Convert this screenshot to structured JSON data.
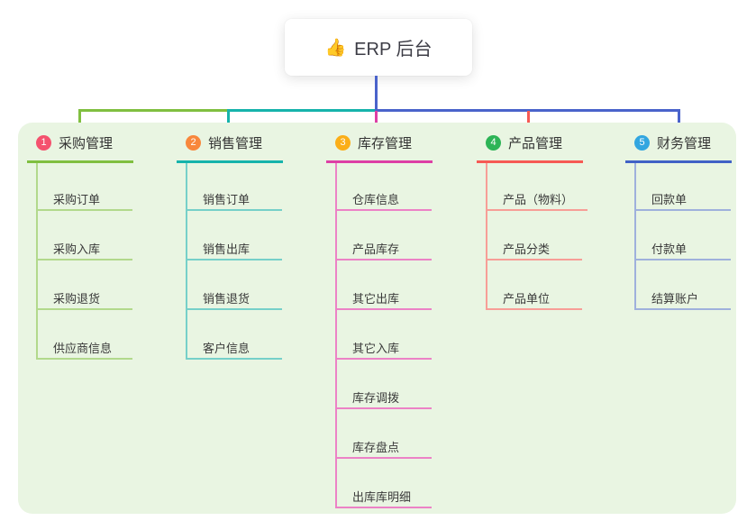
{
  "root": {
    "icon": "👍",
    "label": "ERP 后台"
  },
  "colors": {
    "page_background": "#ffffff",
    "panel_background": "#e9f5e2",
    "root_connector": "#4a63cb",
    "branch_1_line": "#80bf40",
    "branch_1_light": "#b2d98c",
    "branch_1_badge": "#f4526e",
    "branch_2_line": "#16b3ab",
    "branch_2_light": "#76d0c9",
    "branch_2_badge": "#f8873c",
    "branch_3_line": "#dd3fa5",
    "branch_3_light": "#ec82c6",
    "branch_3_badge": "#fbae17",
    "branch_4_line": "#f65a54",
    "branch_4_light": "#f79e97",
    "branch_4_badge": "#2db456",
    "branch_5_line": "#4061c6",
    "branch_5_light": "#9fb1dc",
    "branch_5_badge": "#32a6e0"
  },
  "branches": [
    {
      "index": "1",
      "label": "采购管理",
      "children": [
        "采购订单",
        "采购入库",
        "采购退货",
        "供应商信息"
      ]
    },
    {
      "index": "2",
      "label": "销售管理",
      "children": [
        "销售订单",
        "销售出库",
        "销售退货",
        "客户信息"
      ]
    },
    {
      "index": "3",
      "label": "库存管理",
      "children": [
        "仓库信息",
        "产品库存",
        "其它出库",
        "其它入库",
        "库存调拨",
        "库存盘点",
        "出库库明细"
      ]
    },
    {
      "index": "4",
      "label": "产品管理",
      "children": [
        "产品（物料）",
        "产品分类",
        "产品单位"
      ]
    },
    {
      "index": "5",
      "label": "财务管理",
      "children": [
        "回款单",
        "付款单",
        "结算账户"
      ]
    }
  ]
}
